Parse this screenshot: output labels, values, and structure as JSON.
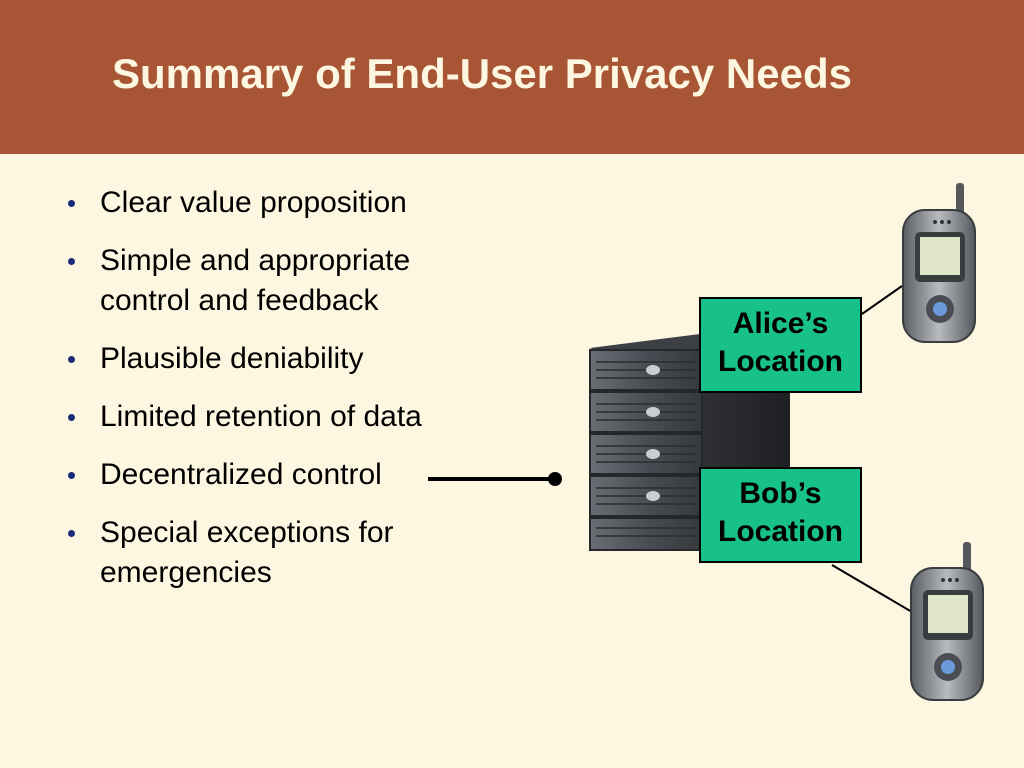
{
  "slide": {
    "title": "Summary of End-User Privacy Needs",
    "bullets": [
      {
        "lines": [
          "Clear value proposition"
        ]
      },
      {
        "lines": [
          "Simple and appropriate",
          "control and feedback"
        ]
      },
      {
        "lines": [
          "Plausible deniability"
        ]
      },
      {
        "lines": [
          "Limited retention of data"
        ]
      },
      {
        "lines": [
          "Decentralized control"
        ]
      },
      {
        "lines": [
          "Special exceptions for",
          "emergencies"
        ]
      }
    ]
  },
  "diagram": {
    "alice_box": {
      "line1": "Alice’s",
      "line2": "Location"
    },
    "bob_box": {
      "line1": "Bob’s",
      "line2": "Location"
    },
    "colors": {
      "title_bar": "#a85535",
      "background": "#fdf6e0",
      "location_box": "#18c08a",
      "bullet_dot": "#1a2a7a"
    }
  }
}
